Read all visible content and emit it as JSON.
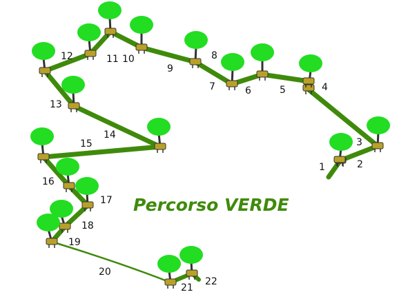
{
  "title": "Percorso VERDE",
  "colors": {
    "path": "#3f8a0b",
    "tree": "#22dd22",
    "post": "#333333",
    "base": "#b8a128",
    "title": "#3f8a0b"
  },
  "labels": [
    "1",
    "2",
    "3",
    "4",
    "5",
    "6",
    "7",
    "8",
    "9",
    "10",
    "11",
    "12",
    "13",
    "14",
    "15",
    "16",
    "17",
    "18",
    "19",
    "20",
    "21",
    "22"
  ]
}
